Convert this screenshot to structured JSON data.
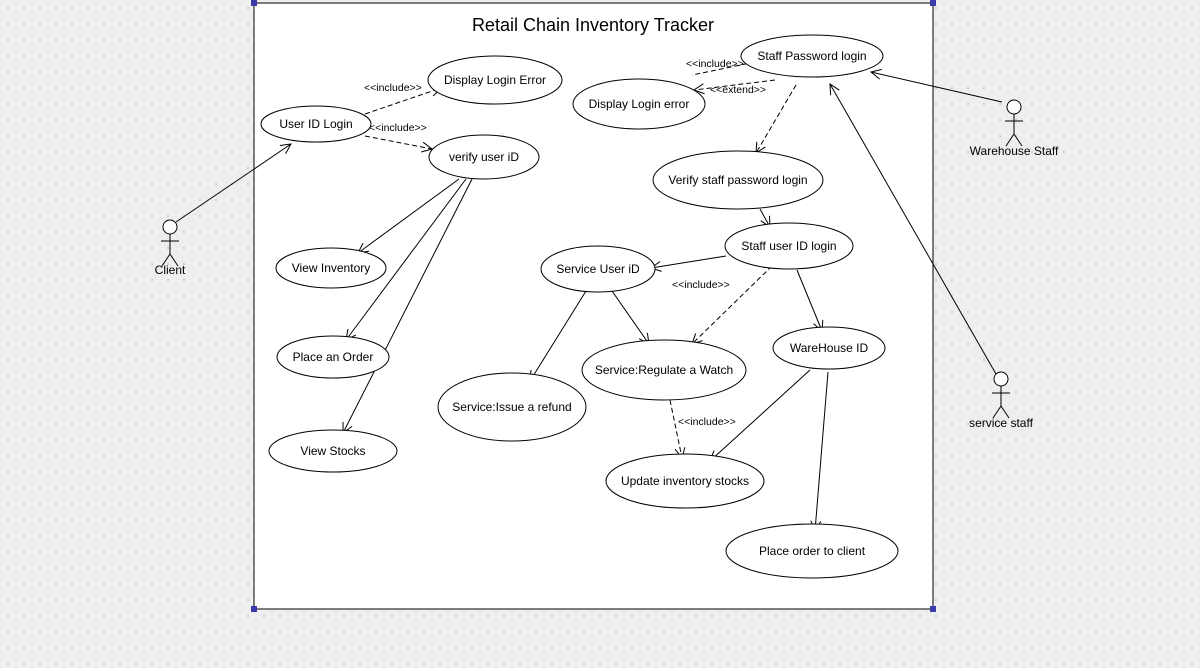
{
  "diagram": {
    "title": "Retail Chain Inventory Tracker",
    "actors": [
      {
        "id": "client",
        "label": "Client"
      },
      {
        "id": "warehouse-staff",
        "label": "Warehouse Staff"
      },
      {
        "id": "service-staff",
        "label": "service staff"
      }
    ],
    "use_cases": [
      {
        "id": "user-id-login",
        "label": "User ID Login"
      },
      {
        "id": "display-login-error-left",
        "label": "Display Login Error"
      },
      {
        "id": "verify-user-id",
        "label": "verify user iD"
      },
      {
        "id": "view-inventory",
        "label": "View Inventory"
      },
      {
        "id": "place-an-order",
        "label": "Place an Order"
      },
      {
        "id": "view-stocks",
        "label": "View Stocks"
      },
      {
        "id": "staff-password-login",
        "label": "Staff Password login"
      },
      {
        "id": "display-login-error-right",
        "label": "Display Login error"
      },
      {
        "id": "verify-staff-password-login",
        "label": "Verify staff password login"
      },
      {
        "id": "staff-user-id-login",
        "label": "Staff user ID login"
      },
      {
        "id": "service-user-id",
        "label": "Service User iD"
      },
      {
        "id": "service-regulate-watch",
        "label": "Service:Regulate a Watch"
      },
      {
        "id": "service-issue-refund",
        "label": "Service:Issue a refund"
      },
      {
        "id": "warehouse-id",
        "label": "WareHouse ID"
      },
      {
        "id": "update-inventory-stocks",
        "label": "Update inventory stocks"
      },
      {
        "id": "place-order-to-client",
        "label": "Place order to client"
      }
    ],
    "relationships": [
      {
        "from": "client",
        "to": "user-id-login",
        "kind": "association"
      },
      {
        "from": "user-id-login",
        "to": "display-login-error-left",
        "kind": "include",
        "label": "<<include>>"
      },
      {
        "from": "user-id-login",
        "to": "verify-user-id",
        "kind": "include",
        "label": "<<include>>"
      },
      {
        "from": "verify-user-id",
        "to": "view-inventory",
        "kind": "association"
      },
      {
        "from": "verify-user-id",
        "to": "place-an-order",
        "kind": "association"
      },
      {
        "from": "verify-user-id",
        "to": "view-stocks",
        "kind": "association"
      },
      {
        "from": "warehouse-staff",
        "to": "staff-password-login",
        "kind": "association"
      },
      {
        "from": "service-staff",
        "to": "staff-password-login",
        "kind": "association"
      },
      {
        "from": "staff-password-login",
        "to": "display-login-error-right",
        "kind": "include",
        "label": "<<include>>"
      },
      {
        "from": "staff-password-login",
        "to": "display-login-error-right",
        "kind": "extend",
        "label": "<<extend>>"
      },
      {
        "from": "staff-password-login",
        "to": "verify-staff-password-login",
        "kind": "dependency"
      },
      {
        "from": "verify-staff-password-login",
        "to": "staff-user-id-login",
        "kind": "association"
      },
      {
        "from": "staff-user-id-login",
        "to": "service-user-id",
        "kind": "association"
      },
      {
        "from": "staff-user-id-login",
        "to": "service-regulate-watch",
        "kind": "include",
        "label": "<<include>>"
      },
      {
        "from": "staff-user-id-login",
        "to": "warehouse-id",
        "kind": "association"
      },
      {
        "from": "service-user-id",
        "to": "service-regulate-watch",
        "kind": "association"
      },
      {
        "from": "service-user-id",
        "to": "service-issue-refund",
        "kind": "association"
      },
      {
        "from": "service-regulate-watch",
        "to": "update-inventory-stocks",
        "kind": "include",
        "label": "<<include>>"
      },
      {
        "from": "warehouse-id",
        "to": "update-inventory-stocks",
        "kind": "association"
      },
      {
        "from": "warehouse-id",
        "to": "place-order-to-client",
        "kind": "association"
      }
    ]
  }
}
